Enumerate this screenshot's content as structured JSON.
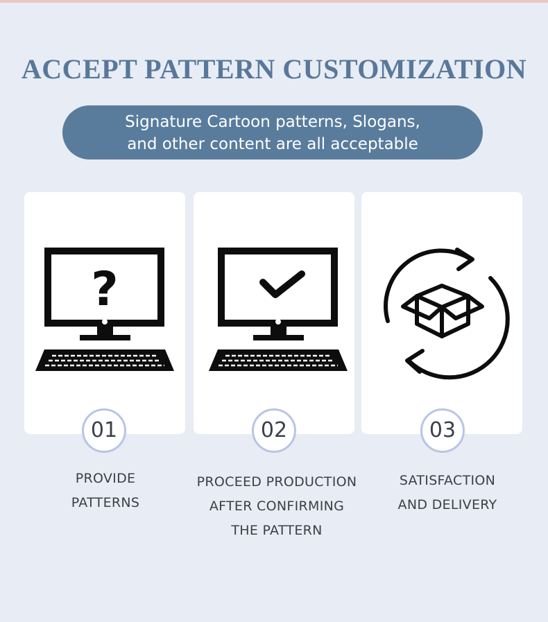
{
  "header": {
    "title": "ACCEPT PATTERN CUSTOMIZATION",
    "subtitle_lines": [
      "Signature  Cartoon patterns, Slogans,",
      "and other content are all acceptable"
    ]
  },
  "steps": [
    {
      "number": "01",
      "icon": "computer-question-icon",
      "lines": [
        "PROVIDE",
        "PATTERNS"
      ]
    },
    {
      "number": "02",
      "icon": "computer-checkmark-icon",
      "lines": [
        "PROCEED PRODUCTION",
        "AFTER CONFIRMING",
        "THE PATTERN"
      ]
    },
    {
      "number": "03",
      "icon": "box-cycle-icon",
      "lines": [
        "SATISFACTION",
        "AND DELIVERY"
      ]
    }
  ],
  "colors": {
    "background": "#e8ecf4",
    "title": "#58789b",
    "pill": "#597c9d",
    "badge_border": "#b9c4e6",
    "text": "#3c3f45"
  }
}
